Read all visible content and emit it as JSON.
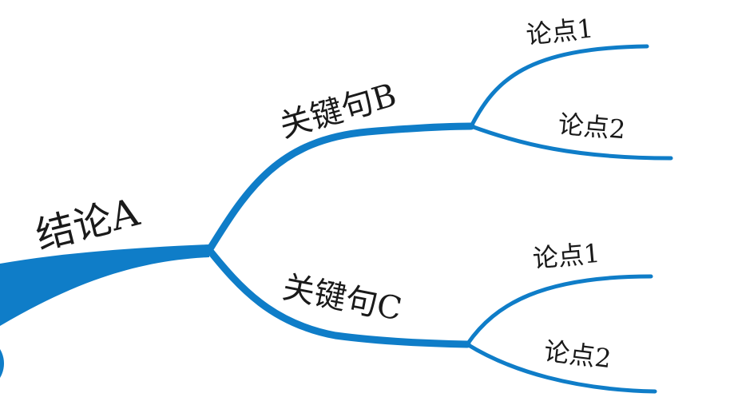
{
  "mindmap": {
    "root": {
      "label": "结论A"
    },
    "branches": [
      {
        "label": "关键句B",
        "points": [
          {
            "label": "论点1"
          },
          {
            "label": "论点2"
          }
        ]
      },
      {
        "label": "关键句C",
        "points": [
          {
            "label": "论点1"
          },
          {
            "label": "论点2"
          }
        ]
      }
    ]
  },
  "colors": {
    "branch": "#0f7dc8",
    "text": "#1a1a1a",
    "background": "#ffffff"
  }
}
